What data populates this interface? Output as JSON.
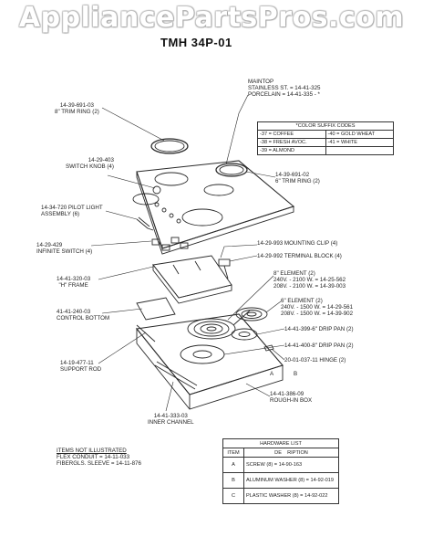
{
  "watermark": "AppliancePartsPros.com",
  "diagram_title": "TMH 34P-01",
  "labels": {
    "maintop": [
      "MAINTOP",
      "STAINLESS ST. = 14-41-325",
      "PORCELAIN = 14-41-335 - *"
    ],
    "trim_ring_8": [
      "14-39-691-03",
      "8\" TRIM RING (2)"
    ],
    "switch_knob": [
      "14-29-403",
      "SWITCH KNOB (4)"
    ],
    "trim_ring_6": [
      "14-39-691-02",
      "6\" TRIM RING (2)"
    ],
    "pilot_light": [
      "14-34-720 PILOT LIGHT",
      "ASSEMBLY (6)"
    ],
    "infinite_switch": [
      "14-29-429",
      "INFINITE SWITCH (4)"
    ],
    "mounting_clip": [
      "14-29-993 MOUNTING CLIP (4)"
    ],
    "terminal_block": [
      "14-29-992 TERMINAL BLOCK (4)"
    ],
    "element_8": [
      "8\" ELEMENT (2)",
      "240V. - 2100 W. = 14-25-562",
      "208V. - 2100 W. = 14-39-003"
    ],
    "h_frame": [
      "14-41-320-03",
      "\"H\" FRAME"
    ],
    "element_6": [
      "6\" ELEMENT (2)",
      "240V. - 1500 W. = 14-29-561",
      "208V. - 1500 W. = 14-39-902"
    ],
    "control_bottom": [
      "41-41-240-03",
      "CONTROL BOTTOM"
    ],
    "drip_pan_6": [
      "14-41-399-6\" DRIP PAN (2)"
    ],
    "drip_pan_8": [
      "14-41-400-8\" DRIP PAN (2)"
    ],
    "hinge": [
      "20-01-037-11 HINGE (2)"
    ],
    "support_rod": [
      "14-19-477-11",
      "SUPPORT ROD"
    ],
    "rough_in_box": [
      "14-41-386-09",
      "ROUGH-IN BOX"
    ],
    "inner_channel": [
      "14-41-333-03",
      "INNER CHANNEL"
    ],
    "ref_a": "A",
    "ref_b": "B"
  },
  "color_codes": {
    "title": "*COLOR SUFFIX CODES",
    "rows": [
      [
        "-37 = COFFEE",
        "-40 = GOLD WHEAT"
      ],
      [
        "-38 = FRESH AVOC.",
        "-41 = WHITE"
      ],
      [
        "-39 = ALMOND",
        ""
      ]
    ]
  },
  "not_illustrated": {
    "heading": "ITEMS NOT ILLUSTRATED",
    "items": [
      "FLEX CONDUIT = 14-11-033",
      "FIBERGLS. SLEEVE = 14-11-876"
    ]
  },
  "hardware": {
    "title": "HARDWARE LIST",
    "headers": [
      "ITEM",
      "DE    RIPTION"
    ],
    "rows": [
      [
        "A",
        "SCREW (8) = 14-90-163"
      ],
      [
        "B",
        "ALUMINUM WASHER (8) = 14-92-019"
      ],
      [
        "C",
        "PLASTIC WASHER (8) = 14-92-022"
      ]
    ]
  },
  "colors": {
    "line": "#2a2a2a",
    "background": "#ffffff"
  }
}
